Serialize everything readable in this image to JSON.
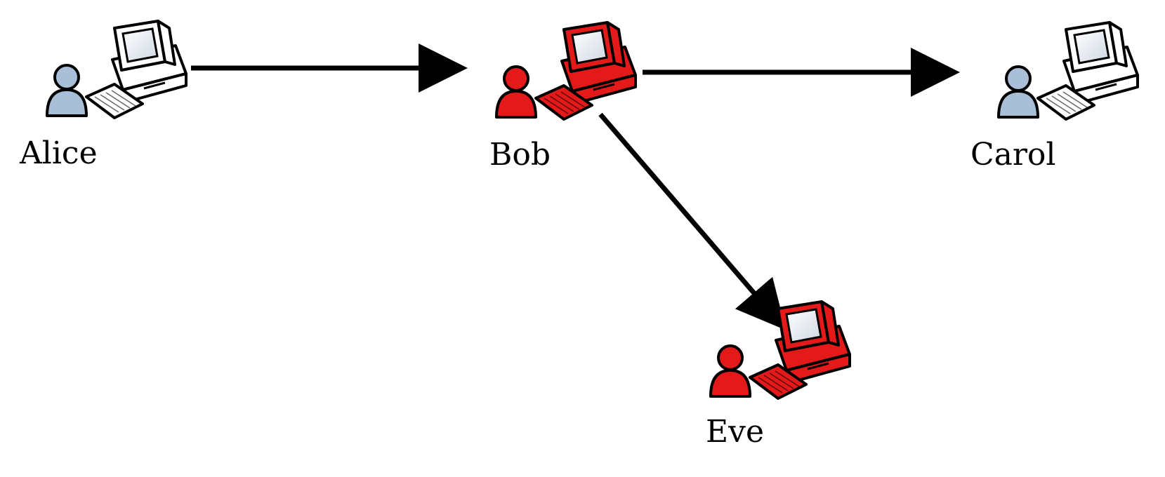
{
  "nodes": [
    {
      "id": "alice",
      "label": "Alice",
      "status": "normal"
    },
    {
      "id": "bob",
      "label": "Bob",
      "status": "compromised"
    },
    {
      "id": "carol",
      "label": "Carol",
      "status": "normal"
    },
    {
      "id": "eve",
      "label": "Eve",
      "status": "compromised"
    }
  ],
  "edges": [
    {
      "from": "alice",
      "to": "bob"
    },
    {
      "from": "bob",
      "to": "carol"
    },
    {
      "from": "bob",
      "to": "eve"
    }
  ],
  "colors": {
    "normal_body": "#ffffff",
    "normal_user": "#a9bfd8",
    "compromised_body": "#e41a1a",
    "compromised_user": "#e41a1a",
    "edge": "#000000"
  },
  "icons": {
    "workstation": "computer-user-icon"
  }
}
